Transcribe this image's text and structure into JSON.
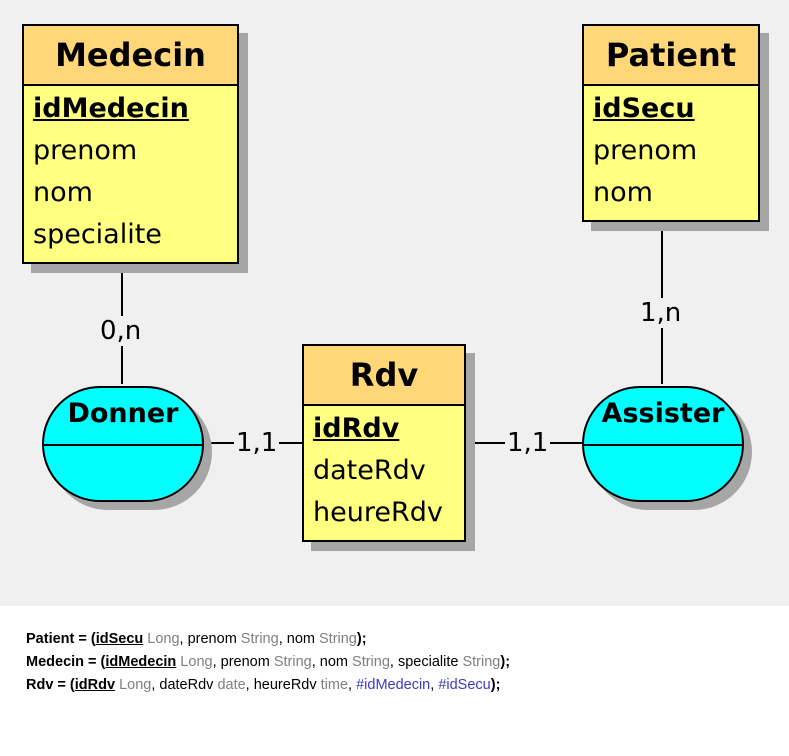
{
  "entities": {
    "medecin": {
      "name": "Medecin",
      "key": "idMedecin",
      "attrs": [
        "prenom",
        "nom",
        "specialite"
      ]
    },
    "patient": {
      "name": "Patient",
      "key": "idSecu",
      "attrs": [
        "prenom",
        "nom"
      ]
    },
    "rdv": {
      "name": "Rdv",
      "key": "idRdv",
      "attrs": [
        "dateRdv",
        "heureRdv"
      ]
    }
  },
  "associations": {
    "donner": "Donner",
    "assister": "Assister"
  },
  "cardinalities": {
    "medecin_donner": "0,n",
    "patient_assister": "1,n",
    "donner_rdv": "1,1",
    "assister_rdv": "1,1"
  },
  "schema": {
    "patient": {
      "name": "Patient",
      "eq": " = (",
      "pk": "idSecu",
      "pk_type": " Long",
      "p1": ", prenom",
      "p1_type": " String",
      "p2": ", nom",
      "p2_type": " String",
      "end": ");"
    },
    "medecin": {
      "name": "Medecin",
      "eq": " = (",
      "pk": "idMedecin",
      "pk_type": " Long",
      "p1": ", prenom",
      "p1_type": " String",
      "p2": ", nom",
      "p2_type": " String",
      "p3": ", specialite",
      "p3_type": " String",
      "end": ");"
    },
    "rdv": {
      "name": "Rdv",
      "eq": " = (",
      "pk": "idRdv",
      "pk_type": " Long",
      "p1": ", dateRdv",
      "p1_type": " date",
      "p2": ", heureRdv",
      "p2_type": " time",
      "sep1": ", ",
      "fk1": "#idMedecin",
      "sep2": ", ",
      "fk2": "#idSecu",
      "end": ");"
    }
  },
  "colors": {
    "entity_header": "#ffd779",
    "entity_body": "#ffff80",
    "association": "#00ffff",
    "shadow": "#a6a6a6",
    "background": "#f0f0f0",
    "foreign_key": "#3b3bbf",
    "type": "#808080"
  }
}
